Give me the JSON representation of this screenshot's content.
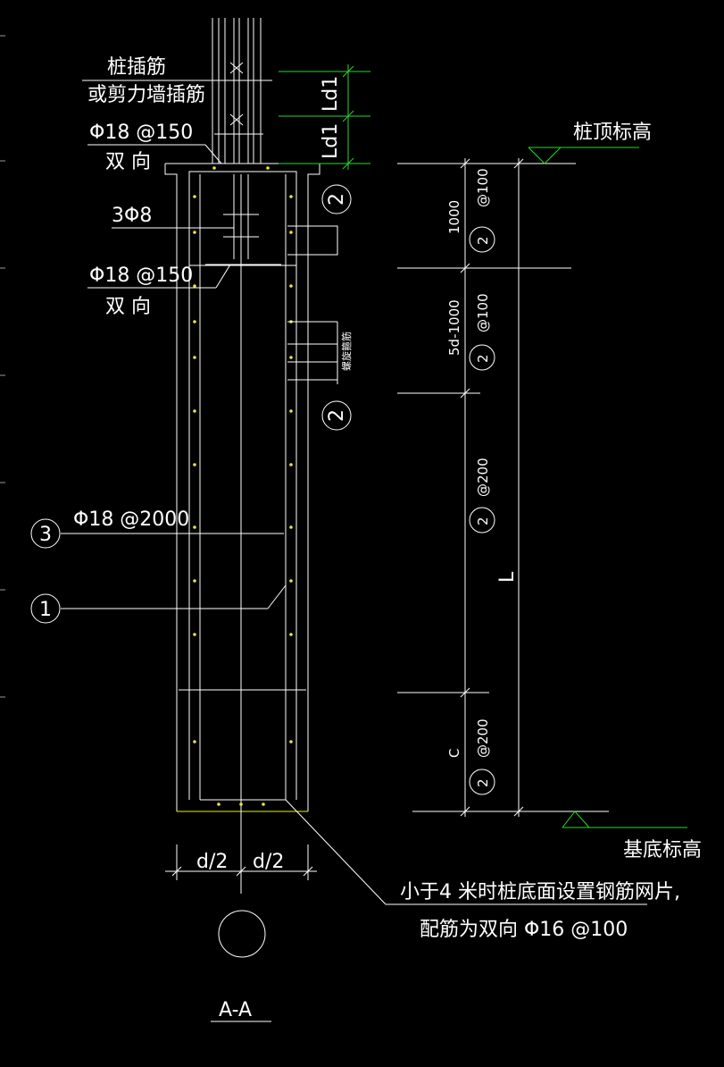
{
  "colors": {
    "background": "#000000",
    "line": "#ffffff",
    "dimension": "#2bd62b",
    "rebar": "#e8e83a"
  },
  "labels": {
    "pile_dowel": "桩插筋",
    "shear_wall_dowel": "或剪力墙插筋",
    "top_mesh_spec": "Φ18 @150",
    "top_mesh_dir": "双 向",
    "stirrup_top": "3Φ8",
    "mid_mesh_spec": "Φ18 @150",
    "mid_mesh_dir": "双 向",
    "ring_rebar_spec": "Φ18 @2000",
    "spiral_note": "螺旋箍筋",
    "bottom_note_1": "小于4 米时桩底面设置钢筋网片,",
    "bottom_note_2": "配筋为双向  Φ16 @100",
    "section_title": "A-A"
  },
  "dimensions": {
    "ld1_upper": "Ld1",
    "ld1_lower": "Ld1",
    "half_left": "d/2",
    "half_right": "d/2",
    "seg_1": "1000",
    "seg_2": "5d-1000",
    "seg_3": "C",
    "total": "L"
  },
  "elevations": {
    "top": "桩顶标高",
    "bottom": "基底标高"
  },
  "markers": {
    "m1": "1",
    "m2": "2",
    "m3": "3"
  },
  "spacings": {
    "s1": "@100",
    "s2": "@100",
    "s3": "@200",
    "s4": "@200"
  }
}
